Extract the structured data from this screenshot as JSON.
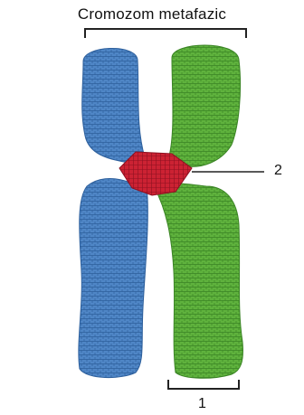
{
  "diagram": {
    "title": "Cromozom metafazic",
    "labels": {
      "one": "1",
      "two": "2"
    },
    "colors": {
      "chromatid_left": "#4f86c6",
      "chromatid_right": "#5fb23d",
      "centromere": "#cc2233",
      "line": "#222222"
    }
  }
}
